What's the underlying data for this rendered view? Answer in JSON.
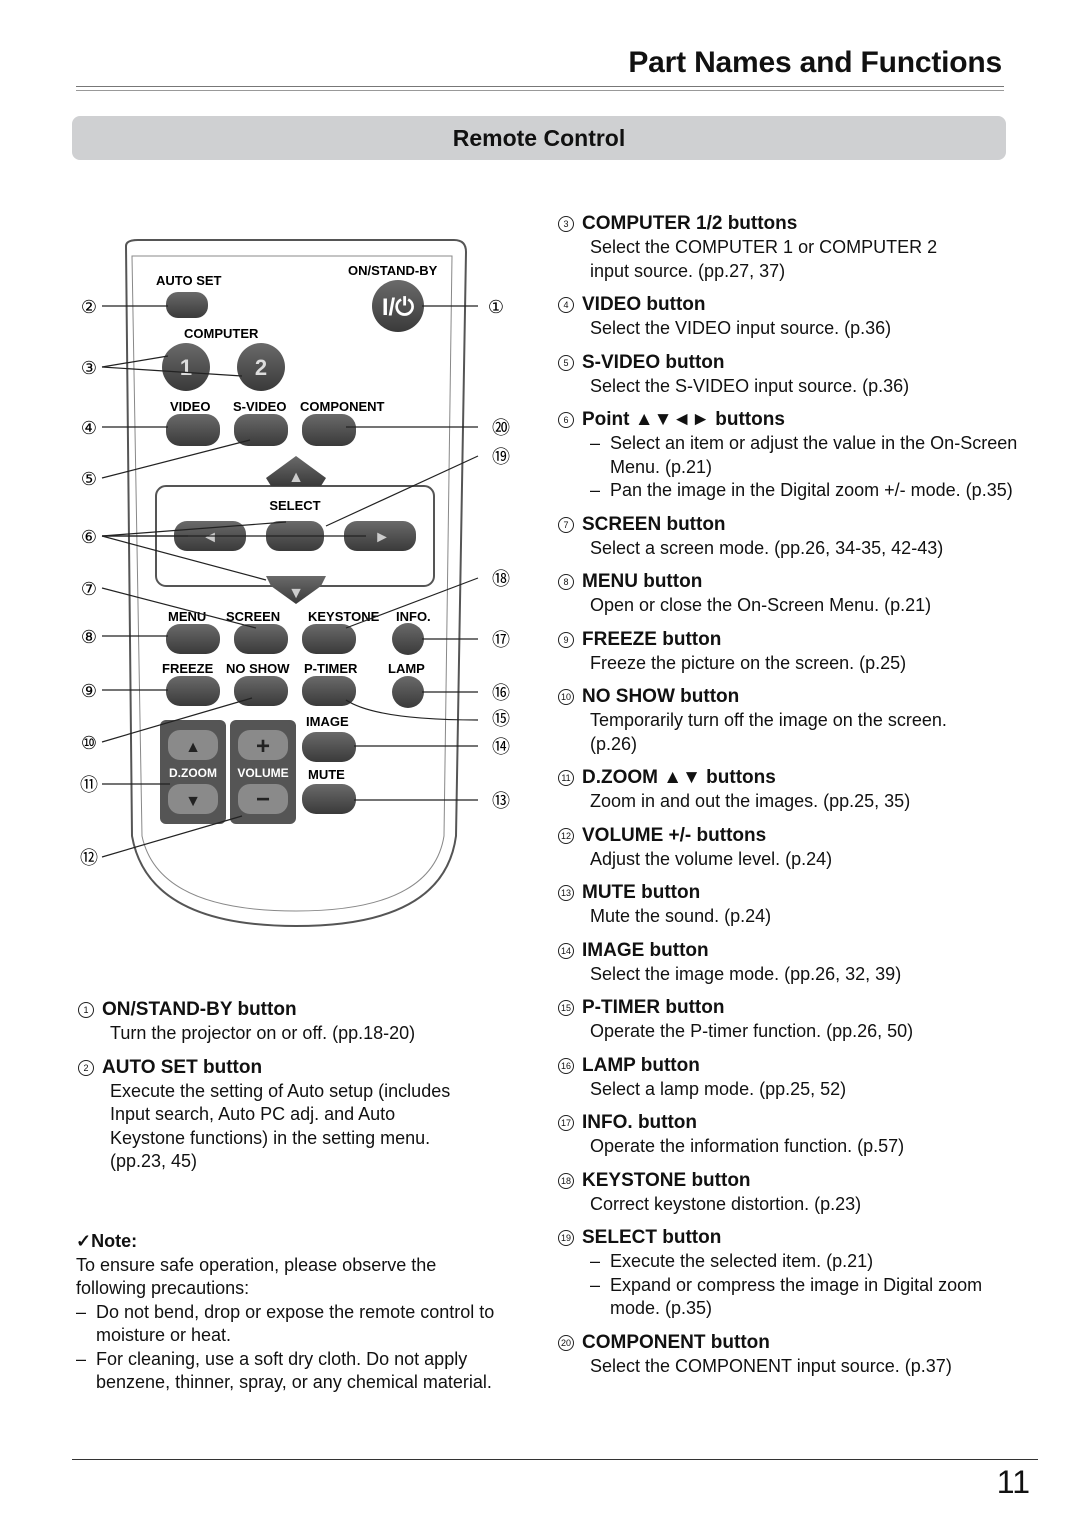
{
  "header": {
    "title": "Part Names and Functions"
  },
  "section": {
    "title": "Remote Control"
  },
  "remote": {
    "labels": {
      "auto_set": "AUTO SET",
      "on_standby": "ON/STAND-BY",
      "computer": "COMPUTER",
      "btn_1": "1",
      "btn_2": "2",
      "video": "VIDEO",
      "svideo": "S-VIDEO",
      "component": "COMPONENT",
      "select": "SELECT",
      "menu": "MENU",
      "screen": "SCREEN",
      "keystone": "KEYSTONE",
      "info": "INFO.",
      "freeze": "FREEZE",
      "noshow": "NO SHOW",
      "ptimer": "P-TIMER",
      "lamp": "LAMP",
      "image": "IMAGE",
      "dzoom": "D.ZOOM",
      "volume": "VOLUME",
      "mute": "MUTE",
      "plus": "+",
      "minus": "−"
    },
    "callouts": [
      "①",
      "②",
      "③",
      "④",
      "⑤",
      "⑥",
      "⑦",
      "⑧",
      "⑨",
      "⑩",
      "⑪",
      "⑫",
      "⑬",
      "⑭",
      "⑮",
      "⑯",
      "⑰",
      "⑱",
      "⑲",
      "⑳"
    ]
  },
  "left_items": [
    {
      "num": "1",
      "title": "ON/STAND-BY button",
      "desc": [
        "Turn the projector on or off.  (pp.18-20)"
      ]
    },
    {
      "num": "2",
      "title": "AUTO SET button",
      "desc": [
        "Execute the setting of Auto setup (includes",
        "Input search, Auto PC adj. and Auto",
        "Keystone functions) in the setting menu.",
        "(pp.23, 45)"
      ]
    }
  ],
  "right_items": [
    {
      "num": "3",
      "title": "COMPUTER 1/2 buttons",
      "desc": [
        "Select the COMPUTER 1 or COMPUTER 2",
        "input source. (pp.27, 37)"
      ]
    },
    {
      "num": "4",
      "title": "VIDEO button",
      "desc": [
        "Select the VIDEO input source.  (p.36)"
      ]
    },
    {
      "num": "5",
      "title": "S-VIDEO button",
      "desc": [
        "Select the S-VIDEO input source.  (p.36)"
      ]
    },
    {
      "num": "6",
      "title": "Point ▲▼◄► buttons",
      "subs": [
        "Select an item or adjust the value in the On-Screen Menu.  (p.21)",
        "Pan the image in the Digital zoom +/- mode.  (p.35)"
      ]
    },
    {
      "num": "7",
      "title": "SCREEN button",
      "desc": [
        "Select a screen mode.  (pp.26, 34-35, 42-43)"
      ]
    },
    {
      "num": "8",
      "title": "MENU button",
      "desc": [
        "Open or close the On-Screen Menu.  (p.21)"
      ]
    },
    {
      "num": "9",
      "title": "FREEZE button",
      "desc": [
        "Freeze the picture on the screen.  (p.25)"
      ]
    },
    {
      "num": "10",
      "title": "NO SHOW button",
      "desc": [
        "Temporarily turn off the image on the screen.",
        "(p.26)"
      ]
    },
    {
      "num": "11",
      "title": "D.ZOOM ▲▼ buttons",
      "desc": [
        "Zoom in and out the images.  (pp.25, 35)"
      ]
    },
    {
      "num": "12",
      "title": "VOLUME +/- buttons",
      "desc": [
        "Adjust the volume level.  (p.24)"
      ]
    },
    {
      "num": "13",
      "title": "MUTE button",
      "desc": [
        "Mute the sound.  (p.24)"
      ]
    },
    {
      "num": "14",
      "title": "IMAGE button",
      "desc": [
        "Select the image mode.  (pp.26, 32, 39)"
      ]
    },
    {
      "num": "15",
      "title": "P-TIMER button",
      "desc": [
        "Operate the P-timer function.  (pp.26, 50)"
      ]
    },
    {
      "num": "16",
      "title": "LAMP button",
      "desc": [
        "Select a lamp mode.  (pp.25, 52)"
      ]
    },
    {
      "num": "17",
      "title": "INFO. button",
      "desc": [
        "Operate the information function.  (p.57)"
      ]
    },
    {
      "num": "18",
      "title": "KEYSTONE button",
      "desc": [
        "Correct keystone distortion.  (p.23)"
      ]
    },
    {
      "num": "19",
      "title": "SELECT button",
      "subs": [
        "Execute the selected item.  (p.21)",
        "Expand or compress the image in Digital zoom mode.  (p.35)"
      ]
    },
    {
      "num": "20",
      "title": "COMPONENT button",
      "desc": [
        "Select the COMPONENT input source. (p.37)"
      ]
    }
  ],
  "note": {
    "title": "✓Note:",
    "intro": [
      "To ensure safe operation, please observe the",
      "following precautions:"
    ],
    "bullets": [
      "Do not bend, drop or expose the remote control to moisture or heat.",
      "For cleaning, use a soft dry cloth. Do not apply benzene, thinner, spray, or any chemical material."
    ]
  },
  "footer": {
    "page_number": "11"
  }
}
